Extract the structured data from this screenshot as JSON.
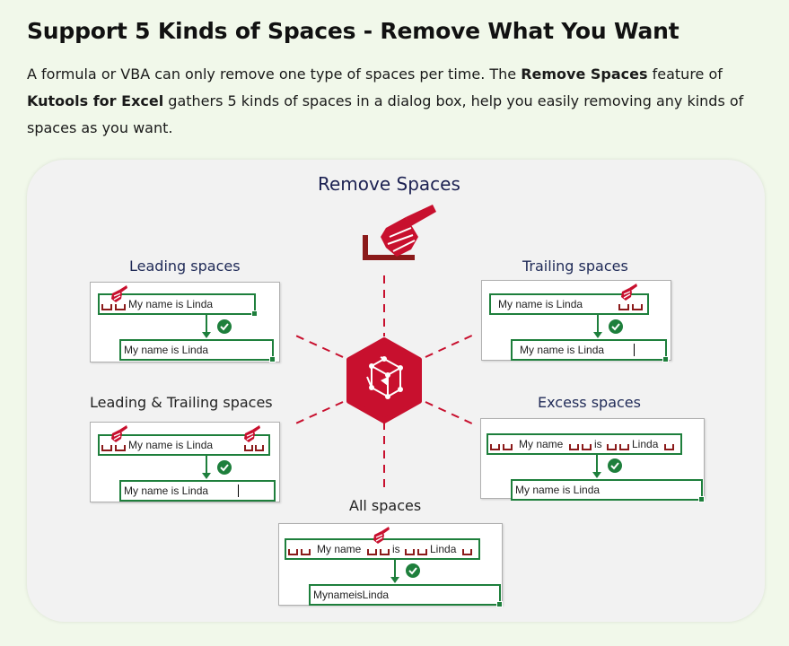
{
  "title": "Support 5 Kinds of Spaces - Remove What You Want",
  "intro": {
    "part1": "A formula or VBA can only remove one type of spaces per time. The ",
    "bold1": "Remove Spaces",
    "part2": " feature of ",
    "bold2": "Kutools for Excel",
    "part3": " gathers 5 kinds of spaces in a dialog box, help you easily removing any kinds of spaces as you want."
  },
  "diagram": {
    "heading": "Remove Spaces",
    "leading": {
      "label": "Leading spaces",
      "before": "My name    is    Linda",
      "after": "My name    is    Linda"
    },
    "trailing": {
      "label": "Trailing spaces",
      "before": "My name    is    Linda",
      "after": "My name    is    Linda"
    },
    "leading_trailing": {
      "label": "Leading & Trailing spaces",
      "before": "My name    is    Linda",
      "after": "My name    is    Linda"
    },
    "excess": {
      "label": "Excess spaces",
      "w1": "My name",
      "w2": "is",
      "w3": "Linda",
      "after": "My name is Linda"
    },
    "all": {
      "label": "All spaces",
      "w1": "My name",
      "w2": "is",
      "w3": "Linda",
      "after": "MynameisLinda"
    }
  },
  "colors": {
    "accent_red": "#c8102e",
    "cell_green": "#1e7f3c",
    "space_marker": "#8b1a1a",
    "heading_navy": "#1f2a57"
  },
  "icons": [
    "eraser-broom-icon",
    "kutools-logo-icon",
    "check-icon",
    "space-marker-icon"
  ]
}
